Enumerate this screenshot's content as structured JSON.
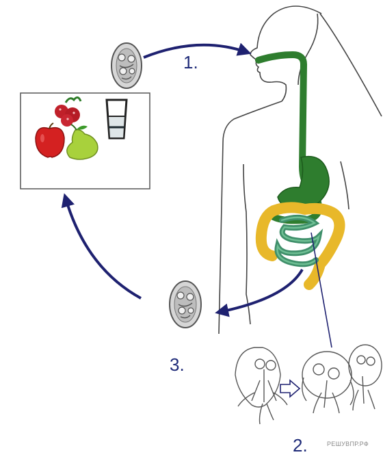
{
  "labels": {
    "step1": "1.",
    "step2": "2.",
    "step3": "3."
  },
  "watermark": "РЕШУВПР.РФ",
  "colors": {
    "arrow": "#1e2170",
    "digestive_tract": "#2e7d2e",
    "large_intestine": "#e8b82a",
    "small_intestine": "#3f8f6a",
    "apple": "#d42121",
    "pear": "#9ccf3c",
    "berries": "#c0202a",
    "glass_water": "#1e2a30"
  },
  "icons": [
    "cyst-icon",
    "apple-icon",
    "pear-icon",
    "berries-icon",
    "glass-icon",
    "human-silhouette",
    "giardia-trophozoite"
  ]
}
